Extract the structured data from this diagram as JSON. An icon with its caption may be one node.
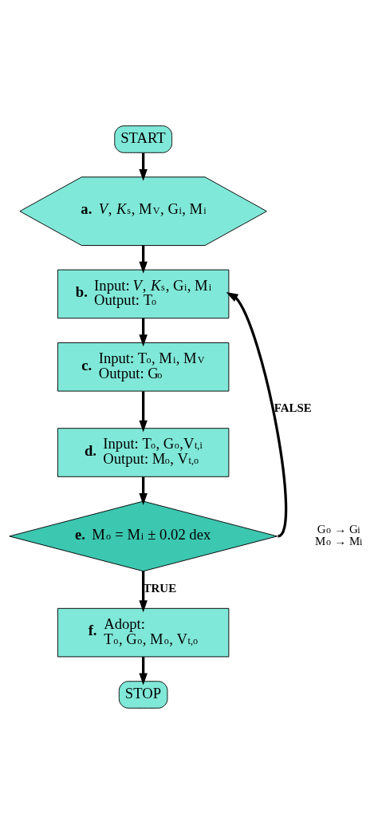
{
  "diagram": {
    "nodes": [
      {
        "text": [
          "START"
        ]
      },
      {
        "text": [
          "a.",
          "*V*, *K*$_{s}$, M$_{V}$, G$_{i}$, M$_{i}$"
        ]
      },
      {
        "text": [
          "b.",
          "Input: *V*, *K*$_{s}$, G$_{i}$, M$_{i}$",
          "Output: T$_{o}$"
        ]
      },
      {
        "text": [
          "c.",
          "Input: T$_{o}$, M$_{i}$, M$_{V}$",
          "Output: G$_{o}$"
        ]
      },
      {
        "text": [
          "d.",
          "Input: T$_{o}$, G$_{o}$,V$_{t,i}$",
          "Output: M$_{o}$, V$_{t,o}$"
        ]
      },
      {
        "text": [
          "e.",
          "M$_{o}$ = M$_{i}$ ± 0.02 dex"
        ]
      },
      {
        "text": [
          "f.",
          "Adopt:",
          "T$_{o}$, G$_{o}$, M$_{o}$, V$_{t,o}$"
        ]
      },
      {
        "text": [
          "STOP"
        ]
      }
    ],
    "edges": [
      {
        "from": 0,
        "to": 1,
        "arrow": "to"
      },
      {
        "from": 1,
        "to": 2,
        "arrow": "to"
      },
      {
        "from": 2,
        "to": 3,
        "arrow": "to"
      },
      {
        "from": 3,
        "to": 4,
        "arrow": "to"
      },
      {
        "from": 4,
        "to": 5,
        "arrow": "to"
      },
      {
        "from": 5,
        "to": 2,
        "arrow": "to",
        "label": "FALSE"
      },
      {
        "from": 5,
        "to": 6,
        "arrow": "to",
        "label": "TRUE"
      },
      {
        "from": 6,
        "to": 7,
        "arrow": "to"
      }
    ],
    "labels": [
      "G$_{o}$ → G$_{i}$",
      "M$_{o}$ → M$_{i}$"
    ]
  }
}
